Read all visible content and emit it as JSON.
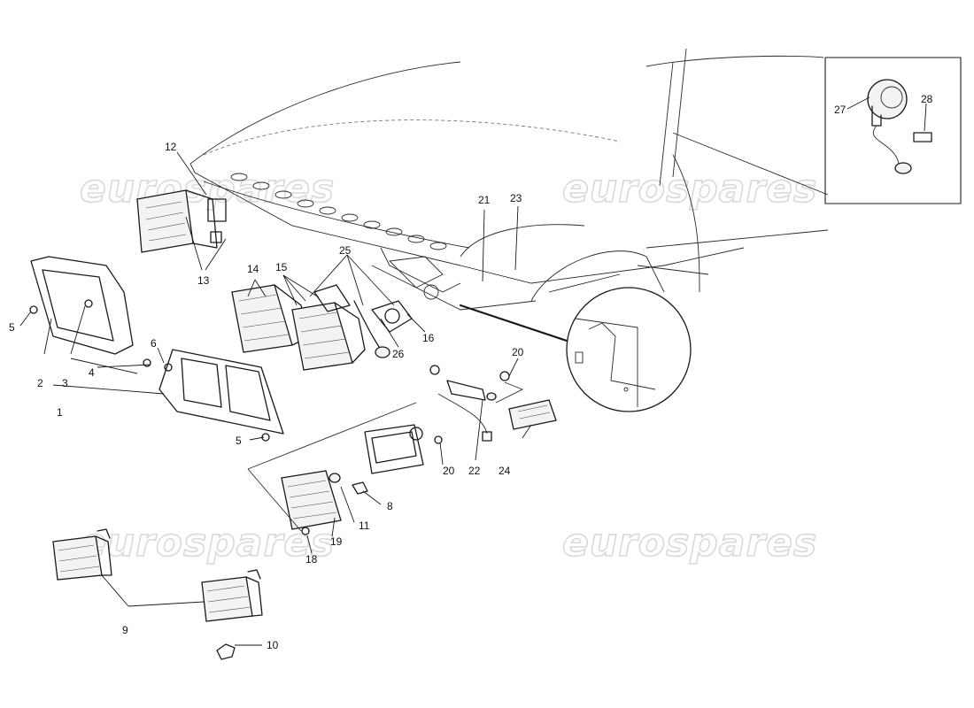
{
  "watermark": {
    "text": "eurospares"
  },
  "callouts": [
    "1",
    "2",
    "3",
    "4",
    "5",
    "5",
    "6",
    "8",
    "9",
    "10",
    "11",
    "12",
    "13",
    "14",
    "15",
    "16",
    "18",
    "19",
    "20",
    "20",
    "21",
    "22",
    "23",
    "24",
    "25",
    "26",
    "27",
    "28"
  ]
}
